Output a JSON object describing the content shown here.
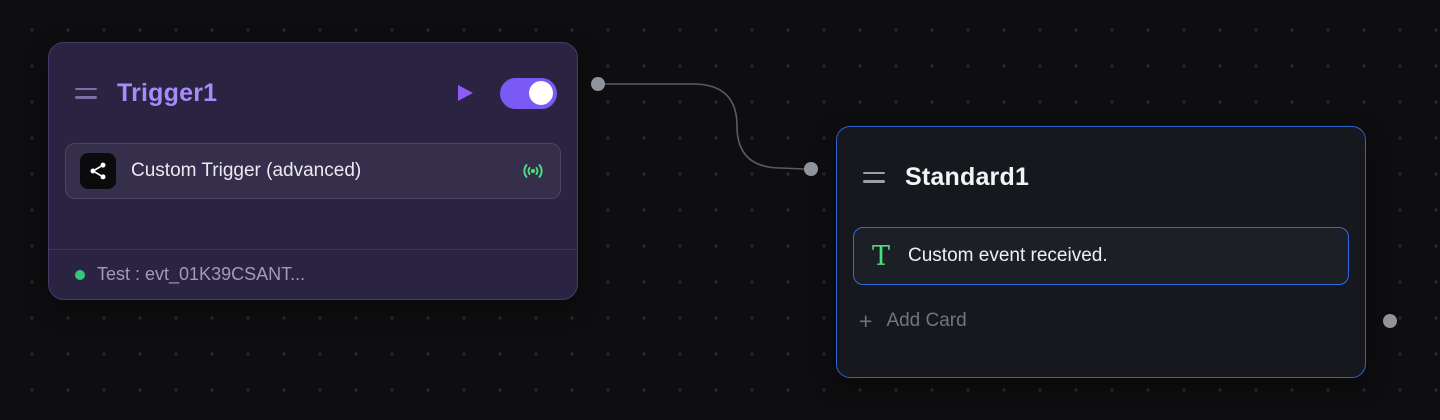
{
  "canvas": {
    "background": "#0e0e10",
    "dot_color": "#2a2a2d",
    "wire_color": "#5c5c60",
    "port_color": "#8f949c"
  },
  "trigger_node": {
    "title": "Trigger1",
    "card": {
      "label": "Custom Trigger (advanced)",
      "left_icon": "share-icon",
      "right_icon": "broadcast-icon"
    },
    "footer": {
      "status_text": "Test : evt_01K39CSANT...",
      "status_dot_color": "#34c77b"
    },
    "toggle": {
      "state": "on"
    },
    "colors": {
      "background": "#2a2341",
      "title": "#a78bfa",
      "accent": "#7a5af5",
      "play_icon": "#8b5cf6",
      "broadcast_icon": "#4ade80"
    }
  },
  "standard_node": {
    "title": "Standard1",
    "card": {
      "label": "Custom event received.",
      "icon_glyph": "T",
      "icon_color": "#4ade80"
    },
    "add_card": {
      "label": "Add Card",
      "plus": "+"
    },
    "colors": {
      "background": "#16181d",
      "border": "#2c63cf",
      "card_border": "#2e6adf"
    }
  }
}
